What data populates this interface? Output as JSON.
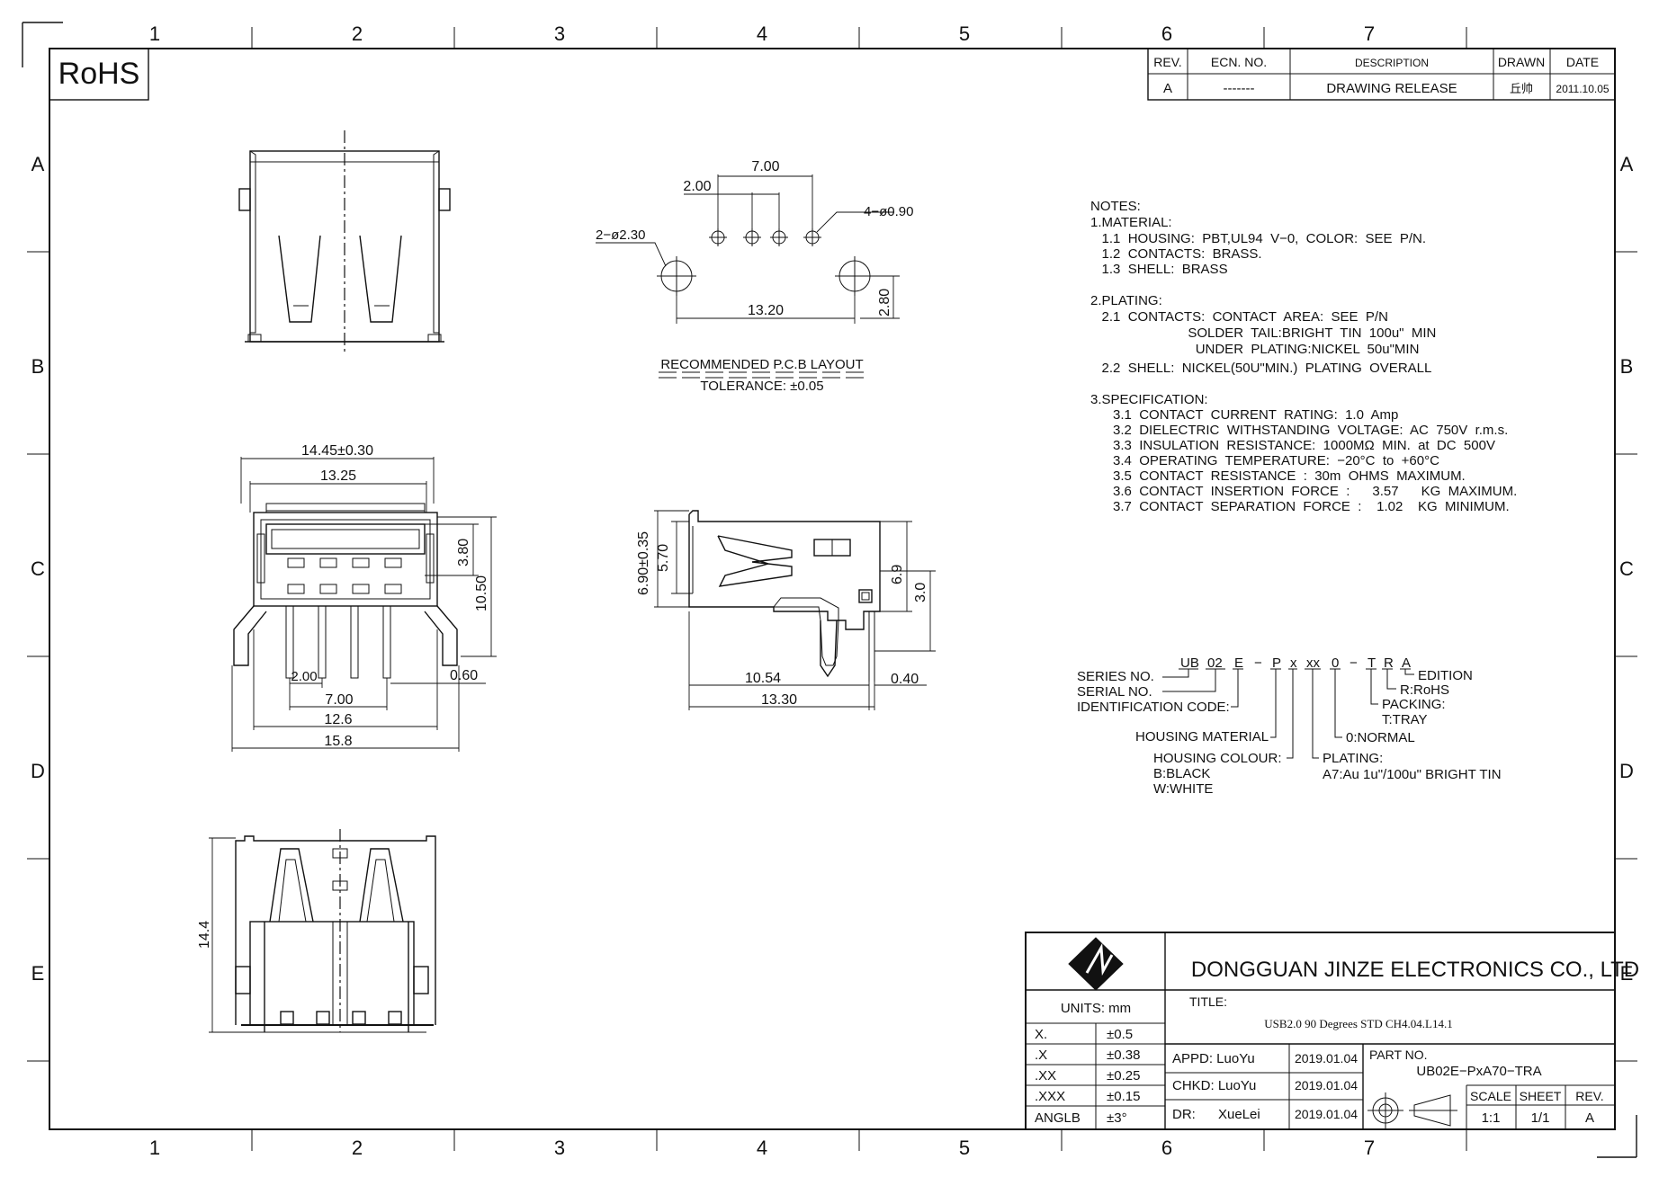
{
  "border": {
    "col_labels": [
      "1",
      "2",
      "3",
      "4",
      "5",
      "6",
      "7"
    ],
    "row_labels": [
      "A",
      "B",
      "C",
      "D",
      "E"
    ]
  },
  "rohs": "RoHS",
  "revision_block": {
    "headers": {
      "rev": "REV.",
      "ecn": "ECN. NO.",
      "description": "DESCRIPTION",
      "drawn": "DRAWN",
      "date": "DATE"
    },
    "row": {
      "rev": "A",
      "ecn": "-------",
      "description": "DRAWING  RELEASE",
      "drawn": "丘帅",
      "date": "2011.10.05"
    }
  },
  "pcb_layout": {
    "dim_700": "7.00",
    "dim_200": "2.00",
    "dim_hole_small": "4−ø0.90",
    "dim_hole_large": "2−ø2.30",
    "dim_1320": "13.20",
    "dim_280": "2.80",
    "title": "RECOMMENDED  P.C.B  LAYOUT",
    "tolerance": "TOLERANCE:  ±0.05"
  },
  "front_view": {
    "dim_1445": "14.45±0.30",
    "dim_1325": "13.25",
    "dim_380": "3.80",
    "dim_1050": "10.50",
    "dim_200": "2.00",
    "dim_060": "0.60",
    "dim_700": "7.00",
    "dim_126": "12.6",
    "dim_158": "15.8"
  },
  "side_view": {
    "dim_690": "6.90±0.35",
    "dim_570": "5.70",
    "dim_69": "6.9",
    "dim_30": "3.0",
    "dim_1054": "10.54",
    "dim_040": "0.40",
    "dim_1330": "13.30"
  },
  "bottom_view": {
    "dim_144": "14.4"
  },
  "notes": {
    "lines": [
      "NOTES:",
      "1.MATERIAL:",
      "   1.1  HOUSING:  PBT,UL94  V−0,  COLOR:  SEE  P/N.",
      "   1.2  CONTACTS:  BRASS.",
      "   1.3  SHELL:  BRASS",
      "",
      "2.PLATING:",
      "   2.1  CONTACTS:  CONTACT  AREA:  SEE  P/N",
      "                          SOLDER  TAIL:BRIGHT  TIN  100u\"  MIN",
      "                            UNDER  PLATING:NICKEL  50u\"MIN",
      "   2.2  SHELL:  NICKEL(50U\"MIN.)  PLATING  OVERALL",
      "",
      "3.SPECIFICATION:",
      "      3.1  CONTACT  CURRENT  RATING:  1.0  Amp",
      "      3.2  DIELECTRIC  WITHSTANDING  VOLTAGE:  AC  750V  r.m.s.",
      "      3.3  INSULATION  RESISTANCE:  1000MΩ  MIN.  at  DC  500V",
      "      3.4  OPERATING  TEMPERATURE:  −20°C  to  +60°C",
      "      3.5  CONTACT  RESISTANCE  :  30m  OHMS  MAXIMUM.",
      "      3.6  CONTACT  INSERTION  FORCE  :      3.57      KG  MAXIMUM.",
      "      3.7  CONTACT  SEPARATION  FORCE  :    1.02    KG  MINIMUM."
    ]
  },
  "part_number_breakdown": {
    "code_chars": [
      "UB",
      "02",
      "E",
      "−",
      "P",
      "x",
      "xx",
      "0",
      "−",
      "T",
      "R",
      "A"
    ],
    "series": "SERIES  NO.",
    "serial": "SERIAL  NO.",
    "identification": "IDENTIFICATION  CODE:",
    "housing_material": "HOUSING  MATERIAL",
    "housing_colour": "HOUSING  COLOUR:",
    "colour_b": "B:BLACK",
    "colour_w": "W:WHITE",
    "edition": "EDITION",
    "rohs": "R:RoHS",
    "packing": "PACKING:",
    "tray": "T:TRAY",
    "normal": "0:NORMAL",
    "plating": "PLATING:",
    "plating_a7": "A7:Au  1u\"/100u\"  BRIGHT  TIN"
  },
  "title_block": {
    "company": "DONGGUAN  JINZE  ELECTRONICS  CO.,  LTD",
    "units": "UNITS:  mm",
    "title_label": "TITLE:",
    "title_value": "USB2.0  90  Degrees  STD  CH4.04.L14.1",
    "tolerances": [
      {
        "k": "X.",
        "v": "±0.5"
      },
      {
        "k": ".X",
        "v": "±0.38"
      },
      {
        "k": ".XX",
        "v": "±0.25"
      },
      {
        "k": ".XXX",
        "v": "±0.15"
      },
      {
        "k": "ANGLB",
        "v": "±3°"
      }
    ],
    "appd": "APPD:  LuoYu",
    "appd_date": "2019.01.04",
    "chkd": "CHKD:  LuoYu",
    "chkd_date": "2019.01.04",
    "dr": "DR:",
    "dr_name": "XueLei",
    "dr_date": "2019.01.04",
    "part_no_label": "PART  NO.",
    "part_no": "UB02E−PxA70−TRA",
    "scale_label": "SCALE",
    "sheet_label": "SHEET",
    "rev_label": "REV.",
    "scale": "1:1",
    "sheet": "1/1",
    "rev": "A"
  }
}
